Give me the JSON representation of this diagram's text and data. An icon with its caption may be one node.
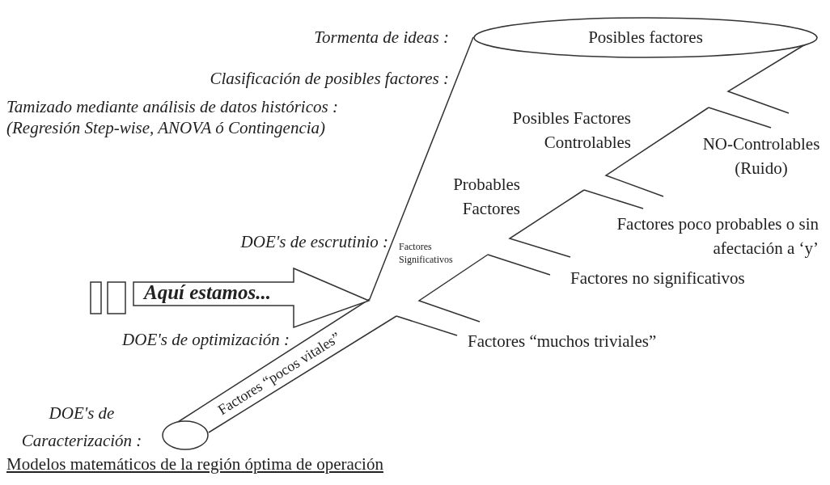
{
  "diagram": {
    "nodes": [
      {
        "text": [
          "Posibles factores"
        ]
      },
      {
        "text": [
          "Aquí estamos..."
        ]
      },
      {
        "text": [
          "Factores “pocos vitales”"
        ]
      },
      {
        "text": [],
        "shape": "ellipse"
      }
    ],
    "labels": [
      "Tormenta de ideas :",
      "Clasificación de posibles factores :",
      "Tamizado mediante análisis de datos históricos : (Regresión Step-wise, ANOVA ó Contingencia)",
      "Posibles Factores Controlables",
      "NO-Controlables (Ruido)",
      "Probables Factores",
      "Factores poco probables o sin afectación a ‘y’",
      "DOE's de escrutinio :",
      "Factores Significativos",
      "Factores no significativos",
      "DOE's de optimización :",
      "Factores “muchos triviales”",
      "DOE's de Caracterización :",
      "Modelos matemáticos de la región óptima de operación"
    ]
  }
}
